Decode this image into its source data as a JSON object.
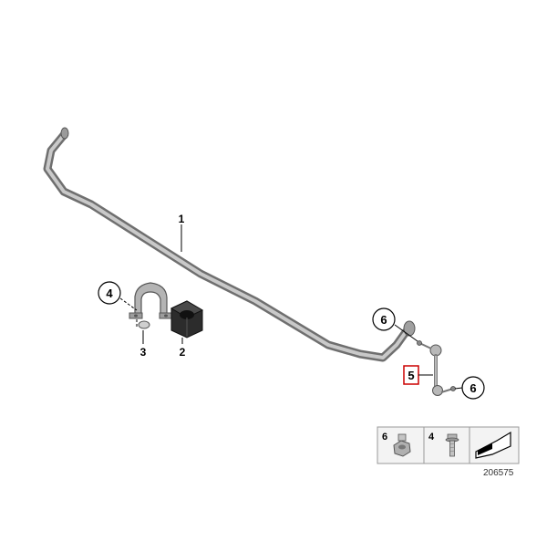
{
  "callouts": {
    "c1": "1",
    "c2": "2",
    "c3": "3",
    "c4": "4",
    "c5": "5",
    "c6a": "6",
    "c6b": "6"
  },
  "legend": {
    "item_6_label": "6",
    "item_4_label": "4"
  },
  "diagram_number": "206575",
  "colors": {
    "bar": "#8a8a8a",
    "bar_highlight": "#d9d9d9",
    "bushing": "#2a2a2a",
    "highlight_box": "#cc0000",
    "legend_bg": "#f0f0f0"
  }
}
